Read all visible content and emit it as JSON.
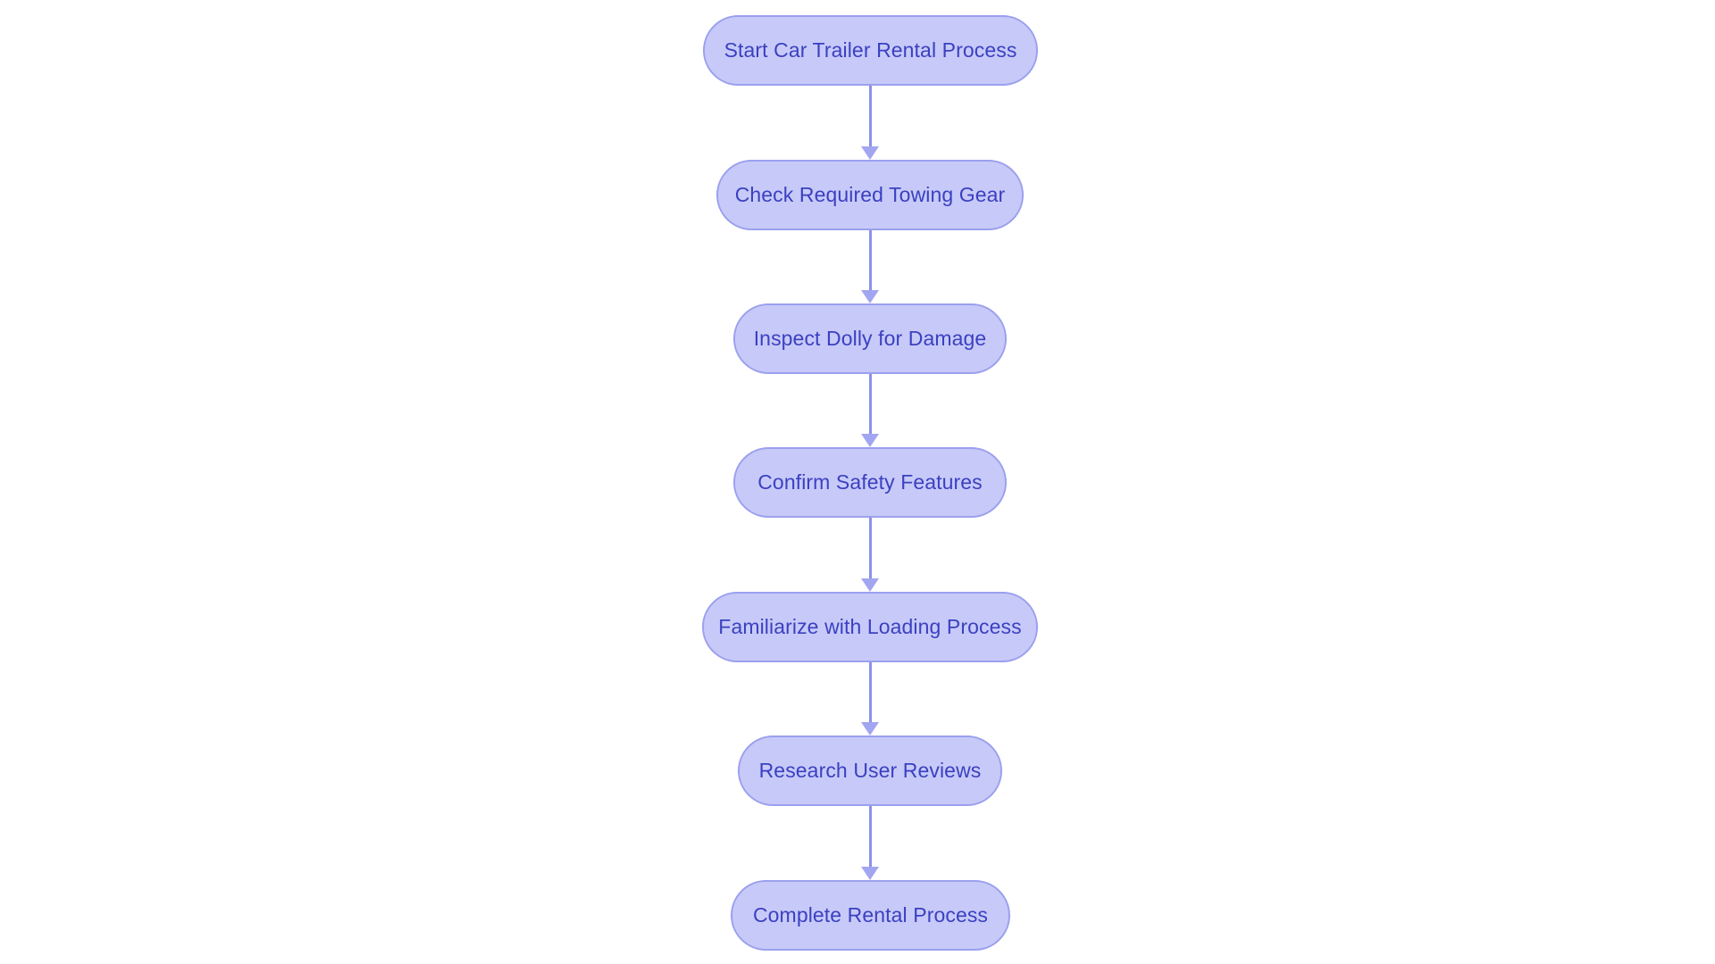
{
  "diagram": {
    "type": "flowchart",
    "direction": "top-to-bottom",
    "nodes": [
      {
        "id": "start",
        "label": "Start Car Trailer Rental Process"
      },
      {
        "id": "towing_gear",
        "label": "Check Required Towing Gear"
      },
      {
        "id": "inspect_dolly",
        "label": "Inspect Dolly for Damage"
      },
      {
        "id": "safety",
        "label": "Confirm Safety Features"
      },
      {
        "id": "loading",
        "label": "Familiarize with Loading Process"
      },
      {
        "id": "reviews",
        "label": "Research User Reviews"
      },
      {
        "id": "complete",
        "label": "Complete Rental Process"
      }
    ],
    "edges": [
      {
        "from": "start",
        "to": "towing_gear"
      },
      {
        "from": "towing_gear",
        "to": "inspect_dolly"
      },
      {
        "from": "inspect_dolly",
        "to": "safety"
      },
      {
        "from": "safety",
        "to": "loading"
      },
      {
        "from": "loading",
        "to": "reviews"
      },
      {
        "from": "reviews",
        "to": "complete"
      }
    ],
    "colors": {
      "background": "#ffffff",
      "node_fill": "#c7caf8",
      "node_border": "#9ba0ee",
      "node_text": "#3b40c1",
      "arrow_line": "#8c91e8",
      "arrow_head": "#a2a6f0"
    }
  }
}
